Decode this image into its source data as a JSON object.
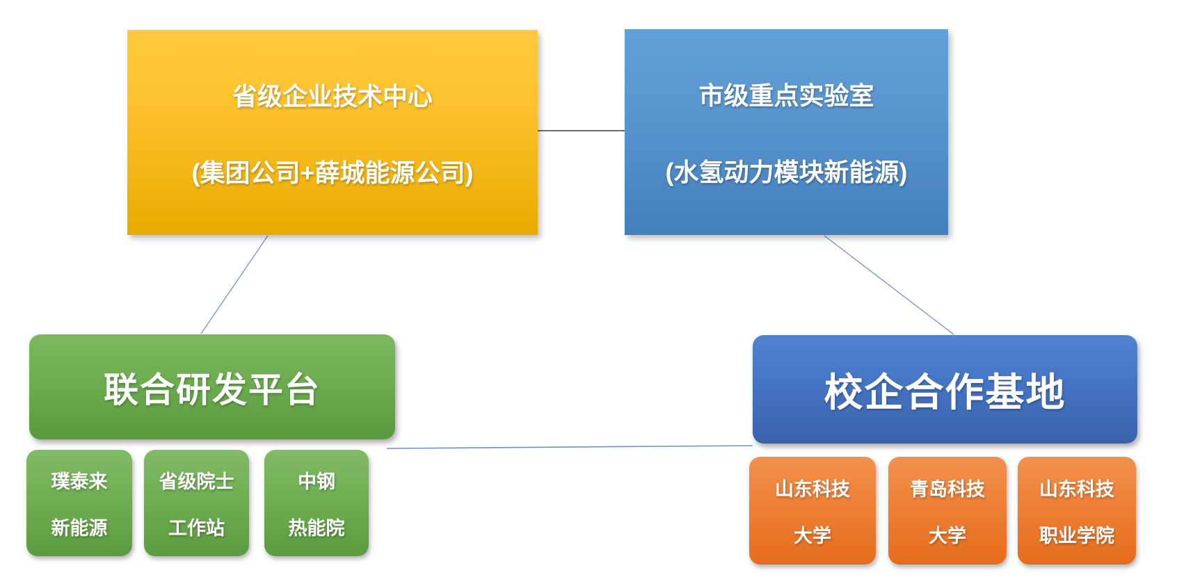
{
  "diagram_title": "",
  "nodes": {
    "tech_center": {
      "line1": "省级企业技术中心",
      "line2": "(集团公司+薛城能源公司)"
    },
    "key_lab": {
      "line1": "市级重点实验室",
      "line2": "(水氢动力模块新能源)"
    },
    "rd_platform": {
      "label": "联合研发平台"
    },
    "school_base": {
      "label": "校企合作基地"
    },
    "rd_children": [
      {
        "line1": "璞泰来",
        "line2": "新能源"
      },
      {
        "line1": "省级院士",
        "line2": "工作站"
      },
      {
        "line1": "中钢",
        "line2": "热能院"
      }
    ],
    "school_children": [
      {
        "line1": "山东科技",
        "line2": "大学"
      },
      {
        "line1": "青岛科技",
        "line2": "大学"
      },
      {
        "line1": "山东科技",
        "line2": "职业学院"
      }
    ]
  },
  "palette": {
    "background": "#ffffff",
    "yellow_top": "#fec93e",
    "yellow_bottom": "#e9ab00",
    "light_blue_top": "#63a0d6",
    "light_blue_bottom": "#447fbe",
    "green_top": "#7cb85f",
    "green_bottom": "#599a3d",
    "dark_blue_top": "#5183d2",
    "dark_blue_bottom": "#3a62ad",
    "orange_top": "#f1914e",
    "orange_bottom": "#e56c1c",
    "text": "#ffffff"
  },
  "connectors": {
    "dark_color": "#3f3f3f",
    "blue_color": "#7292c4"
  }
}
